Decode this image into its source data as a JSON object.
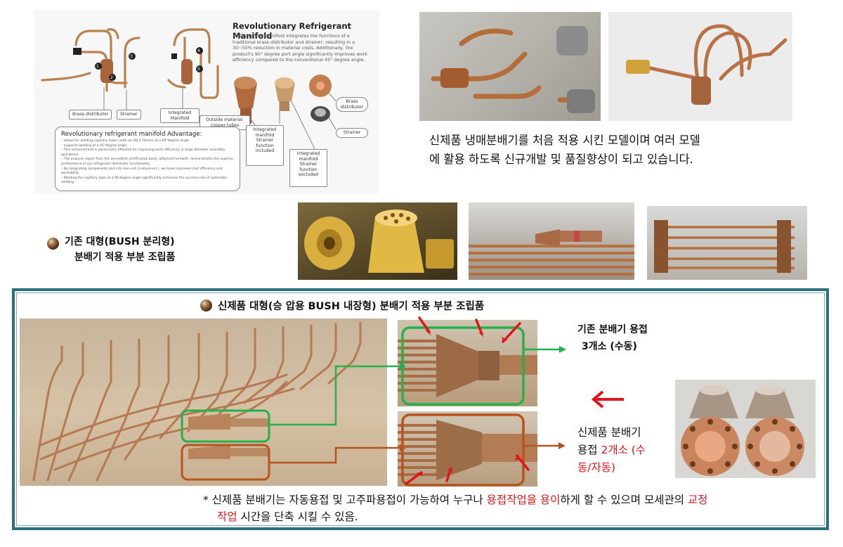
{
  "diagram": {
    "title": "Revolutionary Refrigerant Manifold",
    "description": "This patented manifold integrates the functions of a traditional brass distributor and strainer, resulting in a 30~50% reduction in material costs. Additionally, the product's 90° degree port angle significantly improves work efficiency compared to the conventional 45° degree angle.",
    "labels": {
      "brass_distributor": "Brass distributor",
      "strainer": "Strainer",
      "integrated_manifold": "Integrated Manifold",
      "outside_material": "Outside material: copper tubes",
      "integrated_strainer_included": "Integrated manifold Strainer function included",
      "integrated_strainer_excluded": "Integrated manifold Strainer function excluded",
      "brass_distributor_side": "Brass distributor",
      "strainer_side": "Strainer"
    },
    "numbers": [
      "1",
      "2",
      "3",
      "4",
      "5"
    ],
    "advantages_title": "Revolutionary refrigerant manifold Advantage:",
    "advantages": [
      "allows for welding capillary tubes (with an OD 4.76mm) at a 90°degree angle.",
      "supports welding at a 45°degree angle.",
      "This enhancement is particularly effective for improving work efficiency in large diameter assembly operations.",
      "The analysis report from the accredited certification body, attached herewith, demonstrates the superior performance of our refrigerant distributor functionality.",
      "By integrating components and into one unit (component ), we have improved cost efficiency and workability.",
      "Welding the capillary tube at a 90-degree angle significantly enhances the success rate of automatic welding."
    ]
  },
  "top_right_text": {
    "line1": "신제품 냉매분배기를 처음 적용 시킨 모델이며 여러 모델",
    "line2": "에 활용 하도록 신규개발 및 품질향상이 되고 있습니다."
  },
  "existing_label": {
    "line1": "기존 대형(BUSH 분리형)",
    "line2": "분배기 적용 부분 조립품"
  },
  "new_section": {
    "title": "신제품 대형(승 압용 BUSH 내장형) 분배기 적용 부분 조립품",
    "existing_weld_line1": "기존 분배기 용접",
    "existing_weld_line2": "3개소 (수동)",
    "new_weld_line1": "신제품 분배기",
    "new_weld_line2a": "용접 ",
    "new_weld_line2b": "2개소 (수",
    "new_weld_line3": "동/자동)",
    "note_star": "*",
    "note_a": " 신제품 분배기는 자동용접 및 고주파용접이 가능하여 누구나 ",
    "note_b": "용접작업을 용이",
    "note_c": "하게 할 수 있으며 모세관의 ",
    "note_d": "교정",
    "note_e": "작업",
    "note_f": " 시간을 단축 시킬 수 있음."
  },
  "colors": {
    "frame": "#2b6f82",
    "green_box": "#22b14c",
    "orange_box": "#b5541c",
    "red_arrow": "#e0151b",
    "copper": "#b87340",
    "brass": "#d8aa3a"
  }
}
